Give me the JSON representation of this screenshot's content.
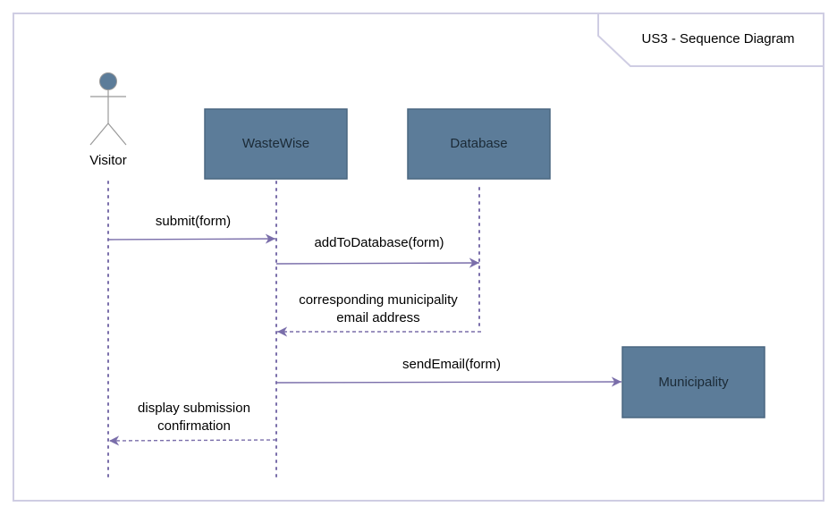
{
  "diagram": {
    "title": "US3 - Sequence Diagram",
    "actor": {
      "label": "Visitor"
    },
    "participants": [
      {
        "label": "WasteWise"
      },
      {
        "label": "Database"
      },
      {
        "label": "Municipality"
      }
    ],
    "messages": [
      {
        "label_lines": [
          "submit(form)"
        ],
        "from": "Visitor",
        "to": "WasteWise",
        "style": "solid"
      },
      {
        "label_lines": [
          "addToDatabase(form)"
        ],
        "from": "WasteWise",
        "to": "Database",
        "style": "solid"
      },
      {
        "label_lines": [
          "corresponding municipality",
          "email address"
        ],
        "from": "Database",
        "to": "WasteWise",
        "style": "dashed"
      },
      {
        "label_lines": [
          "sendEmail(form)"
        ],
        "from": "WasteWise",
        "to": "Municipality",
        "style": "solid"
      },
      {
        "label_lines": [
          "display submission",
          "confirmation"
        ],
        "from": "WasteWise",
        "to": "Visitor",
        "style": "dashed"
      }
    ],
    "colors": {
      "frame": "#cfcde3",
      "box_fill": "#5c7c99",
      "box_stroke": "#4a6680",
      "lifeline": "#7a6eaa",
      "arrow": "#7a6eaa",
      "actor_fill": "#5c7c99",
      "actor_stroke": "#999999"
    }
  }
}
